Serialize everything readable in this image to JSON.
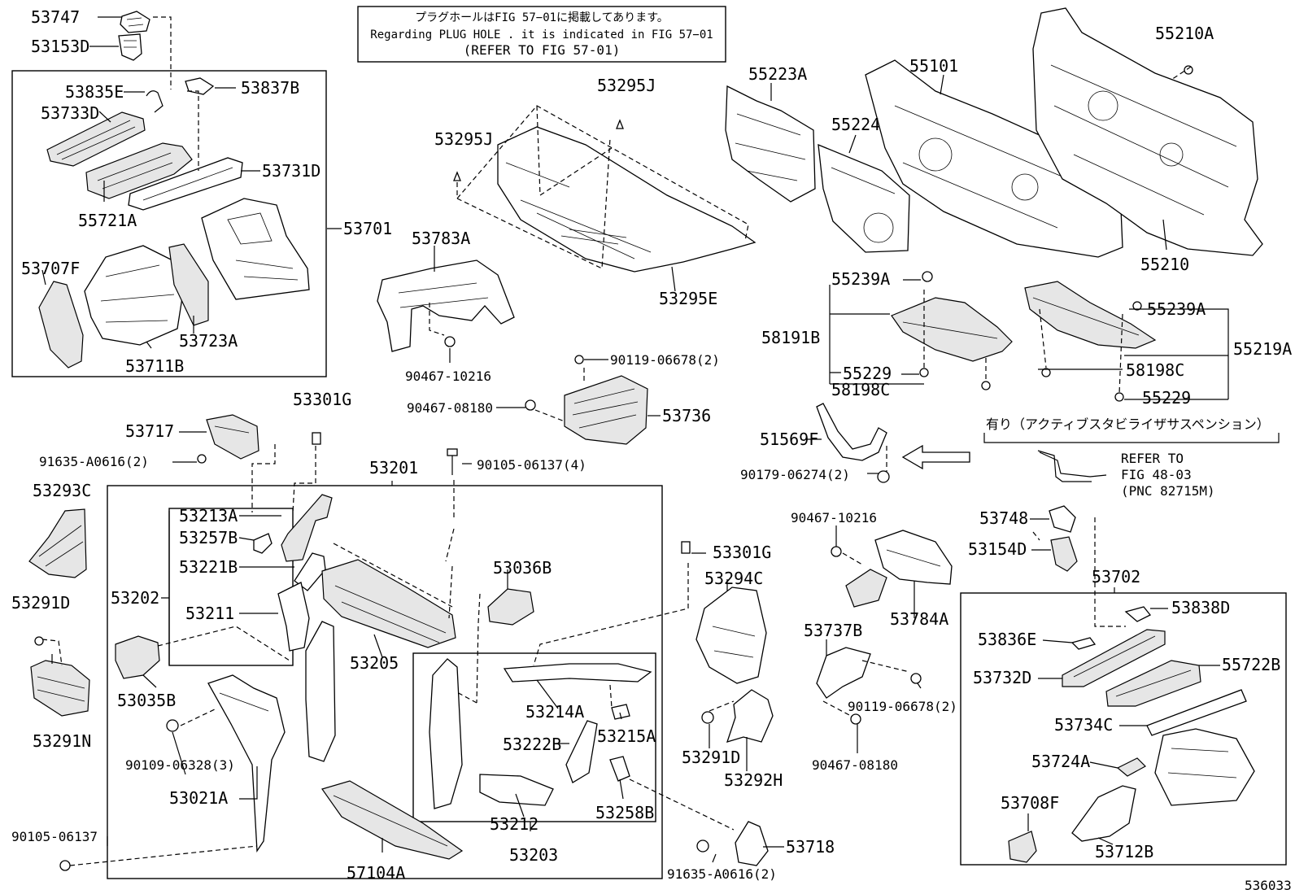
{
  "note": {
    "line1": "プラグホールはFIG 57−01に掲載してあります。",
    "line2": "Regarding  PLUG  HOLE . it is indicated in FIG  57−01",
    "line3": "(REFER TO FIG 57-01)"
  },
  "active_suspension": {
    "header": "有り（アクティブスタビライザサスペンション）",
    "refer_line1": "REFER TO",
    "refer_line2": "FIG 48-03",
    "refer_line3": "(PNC 82715M)"
  },
  "figure_number": "536033",
  "parts": {
    "p53747": "53747",
    "p53153D": "53153D",
    "p53835E": "53835E",
    "p53837B": "53837B",
    "p53733D": "53733D",
    "p53731D": "53731D",
    "p55721A": "55721A",
    "p53701": "53701",
    "p53707F": "53707F",
    "p53723A": "53723A",
    "p53711B": "53711B",
    "p53295J_a": "53295J",
    "p53295J_b": "53295J",
    "p53295E": "53295E",
    "p53783A": "53783A",
    "p90467_10216_a": "90467-10216",
    "p90119_06678_a": "90119-06678(2)",
    "p90467_08180_a": "90467-08180",
    "p53736": "53736",
    "p55223A": "55223A",
    "p55101": "55101",
    "p55224": "55224",
    "p55210A": "55210A",
    "p55210": "55210",
    "p55239A_a": "55239A",
    "p58191B": "58191B",
    "p55229_a": "55229",
    "p58198C_a": "58198C",
    "p55239A_b": "55239A",
    "p55219A": "55219A",
    "p58198C_b": "58198C",
    "p55229_b": "55229",
    "p51569F": "51569F",
    "p90179_06274": "90179-06274(2)",
    "p53301G_a": "53301G",
    "p53717": "53717",
    "p91635_a": "91635-A0616(2)",
    "p53201": "53201",
    "p90105_06137_4": "90105-06137(4)",
    "p53293C": "53293C",
    "p53213A": "53213A",
    "p53257B": "53257B",
    "p53221B": "53221B",
    "p53202": "53202",
    "p53211": "53211",
    "p53036B": "53036B",
    "p53205": "53205",
    "p53291D_a": "53291D",
    "p53035B": "53035B",
    "p53291N": "53291N",
    "p53214A": "53214A",
    "p53215A": "53215A",
    "p53222B": "53222B",
    "p90109_06328": "90109-06328(3)",
    "p53021A": "53021A",
    "p53212": "53212",
    "p53258B": "53258B",
    "p53203": "53203",
    "p90105_06137": "90105-06137",
    "p57104A": "57104A",
    "p53301G_b": "53301G",
    "p53294C": "53294C",
    "p53291D_b": "53291D",
    "p53292H": "53292H",
    "p53718": "53718",
    "p91635_b": "91635-A0616(2)",
    "p90467_10216_b": "90467-10216",
    "p53784A": "53784A",
    "p53737B": "53737B",
    "p90119_06678_b": "90119-06678(2)",
    "p90467_08180_b": "90467-08180",
    "p53748": "53748",
    "p53154D": "53154D",
    "p53702": "53702",
    "p53838D": "53838D",
    "p53836E": "53836E",
    "p53732D": "53732D",
    "p55722B": "55722B",
    "p53734C": "53734C",
    "p53724A": "53724A",
    "p53708F": "53708F",
    "p53712B": "53712B"
  }
}
